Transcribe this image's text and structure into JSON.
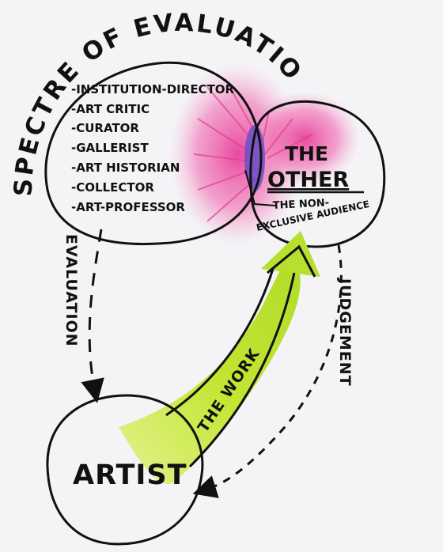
{
  "diagram": {
    "title": "SPECTRE OF EVALUATION",
    "roles": [
      "-INSTITUTION-DIRECTOR",
      "-ART CRITIC",
      "-CURATOR",
      "-GALLERIST",
      "-ART HISTORIAN",
      "-COLLECTOR",
      "-ART-PROFESSOR"
    ],
    "other": {
      "title_line1": "THE",
      "title_line2": "OTHER",
      "subtitle_line1": "THE NON-",
      "subtitle_line2": "EXCLUSIVE AUDIENCE"
    },
    "artist": "ARTIST",
    "arrows": {
      "evaluation": "EVALUATION",
      "the_work": "THE WORK",
      "judgement": "JUDGEMENT"
    },
    "colors": {
      "ink": "#111111",
      "pink": "#e8409a",
      "purple": "#6a4fc8",
      "lime": "#c9ec3c"
    }
  }
}
